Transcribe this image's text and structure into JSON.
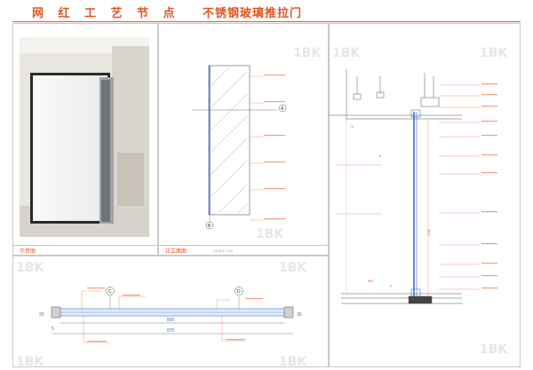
{
  "header": {
    "title_left": "网 红 工 艺 节 点",
    "title_right": "不锈钢玻璃推拉门"
  },
  "panels": {
    "photo_label": "示意图",
    "elevation_label": "正立面图",
    "elevation_scale": "SCALE 1:15"
  },
  "watermark": "1BK",
  "plan": {
    "dim_800": "800",
    "dim_870": "870",
    "dim_35a": "35",
    "dim_35b": "35",
    "dim_5": "5",
    "marker_c": "C",
    "marker_d": "D"
  },
  "elevation": {
    "marker_a": "A",
    "marker_b": "B"
  },
  "section": {
    "dim_2742": "2742",
    "dim_900": "900",
    "dim_70": "70"
  },
  "colors": {
    "accent": "#e8511d",
    "line_blue": "#3a6fd8",
    "frame": "#c9c9c9"
  }
}
